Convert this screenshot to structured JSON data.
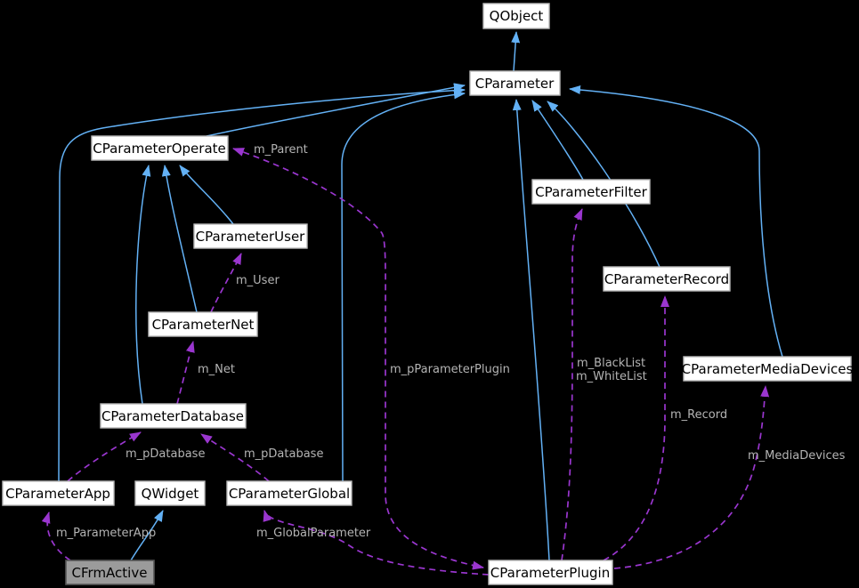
{
  "diagram": {
    "type": "doxygen-collaboration-graph",
    "background": "#000000",
    "colors": {
      "inheritance_edge": "#63b1f5",
      "usage_edge": "#9a36cf",
      "node_fill": "#ffffff",
      "node_border": "#b9b9b9",
      "highlight_node_fill": "#9b9b9b",
      "highlight_node_border": "#555555",
      "node_text": "#000000",
      "edge_label_text": "#b4b4b4"
    },
    "nodes": [
      {
        "id": "qobject",
        "label": "QObject",
        "highlighted": false
      },
      {
        "id": "cparameter",
        "label": "CParameter",
        "highlighted": false
      },
      {
        "id": "cparameteroperate",
        "label": "CParameterOperate",
        "highlighted": false
      },
      {
        "id": "cparameterfilter",
        "label": "CParameterFilter",
        "highlighted": false
      },
      {
        "id": "cparameteruser",
        "label": "CParameterUser",
        "highlighted": false
      },
      {
        "id": "cparameterrecord",
        "label": "CParameterRecord",
        "highlighted": false
      },
      {
        "id": "cparameternet",
        "label": "CParameterNet",
        "highlighted": false
      },
      {
        "id": "cparametermediadevices",
        "label": "CParameterMediaDevices",
        "highlighted": false
      },
      {
        "id": "cparameterdatabase",
        "label": "CParameterDatabase",
        "highlighted": false
      },
      {
        "id": "cparameterapp",
        "label": "CParameterApp",
        "highlighted": false
      },
      {
        "id": "qwidget",
        "label": "QWidget",
        "highlighted": false
      },
      {
        "id": "cparameterglobal",
        "label": "CParameterGlobal",
        "highlighted": false
      },
      {
        "id": "cfrmactive",
        "label": "CFrmActive",
        "highlighted": true
      },
      {
        "id": "cparameterplugin",
        "label": "CParameterPlugin",
        "highlighted": false
      }
    ],
    "edge_labels": [
      {
        "text": "m_Parent"
      },
      {
        "text": "m_User"
      },
      {
        "text": "m_Net"
      },
      {
        "text": "m_pParameterPlugin"
      },
      {
        "text": "m_BlackList"
      },
      {
        "text": "m_WhiteList"
      },
      {
        "text": "m_Record"
      },
      {
        "text": "m_MediaDevices"
      },
      {
        "text": "m_pDatabase"
      },
      {
        "text": "m_pDatabase"
      },
      {
        "text": "m_ParameterApp"
      },
      {
        "text": "m_GlobalParameter"
      }
    ],
    "edges": [
      {
        "type": "inheritance",
        "from": "CParameter",
        "to": "QObject"
      },
      {
        "type": "inheritance",
        "from": "CParameterOperate",
        "to": "CParameter"
      },
      {
        "type": "inheritance",
        "from": "CParameterApp",
        "to": "CParameter"
      },
      {
        "type": "inheritance",
        "from": "CParameterGlobal",
        "to": "CParameter"
      },
      {
        "type": "inheritance",
        "from": "CParameterPlugin",
        "to": "CParameter"
      },
      {
        "type": "inheritance",
        "from": "CParameterFilter",
        "to": "CParameter"
      },
      {
        "type": "inheritance",
        "from": "CParameterRecord",
        "to": "CParameter"
      },
      {
        "type": "inheritance",
        "from": "CParameterMediaDevices",
        "to": "CParameter"
      },
      {
        "type": "inheritance",
        "from": "CParameterUser",
        "to": "CParameterOperate"
      },
      {
        "type": "inheritance",
        "from": "CParameterNet",
        "to": "CParameterOperate"
      },
      {
        "type": "inheritance",
        "from": "CParameterDatabase",
        "to": "CParameterOperate"
      },
      {
        "type": "inheritance",
        "from": "CFrmActive",
        "to": "QWidget"
      },
      {
        "type": "usage",
        "from": "CParameterOperate",
        "to": "CParameterPlugin",
        "labels": [
          "m_Parent",
          "m_pParameterPlugin"
        ],
        "bidirectional": true
      },
      {
        "type": "usage",
        "from": "CParameterPlugin",
        "to": "CParameterFilter",
        "labels": [
          "m_BlackList",
          "m_WhiteList"
        ]
      },
      {
        "type": "usage",
        "from": "CParameterPlugin",
        "to": "CParameterRecord",
        "labels": [
          "m_Record"
        ]
      },
      {
        "type": "usage",
        "from": "CParameterPlugin",
        "to": "CParameterMediaDevices",
        "labels": [
          "m_MediaDevices"
        ]
      },
      {
        "type": "usage",
        "from": "CParameterPlugin",
        "to": "CParameterGlobal",
        "labels": [
          "m_GlobalParameter"
        ]
      },
      {
        "type": "usage",
        "from": "CParameterNet",
        "to": "CParameterUser",
        "labels": [
          "m_User"
        ]
      },
      {
        "type": "usage",
        "from": "CParameterDatabase",
        "to": "CParameterNet",
        "labels": [
          "m_Net"
        ]
      },
      {
        "type": "usage",
        "from": "CParameterApp",
        "to": "CParameterDatabase",
        "labels": [
          "m_pDatabase"
        ]
      },
      {
        "type": "usage",
        "from": "CParameterGlobal",
        "to": "CParameterDatabase",
        "labels": [
          "m_pDatabase"
        ]
      },
      {
        "type": "usage",
        "from": "CFrmActive",
        "to": "CParameterApp",
        "labels": [
          "m_ParameterApp"
        ]
      }
    ]
  }
}
